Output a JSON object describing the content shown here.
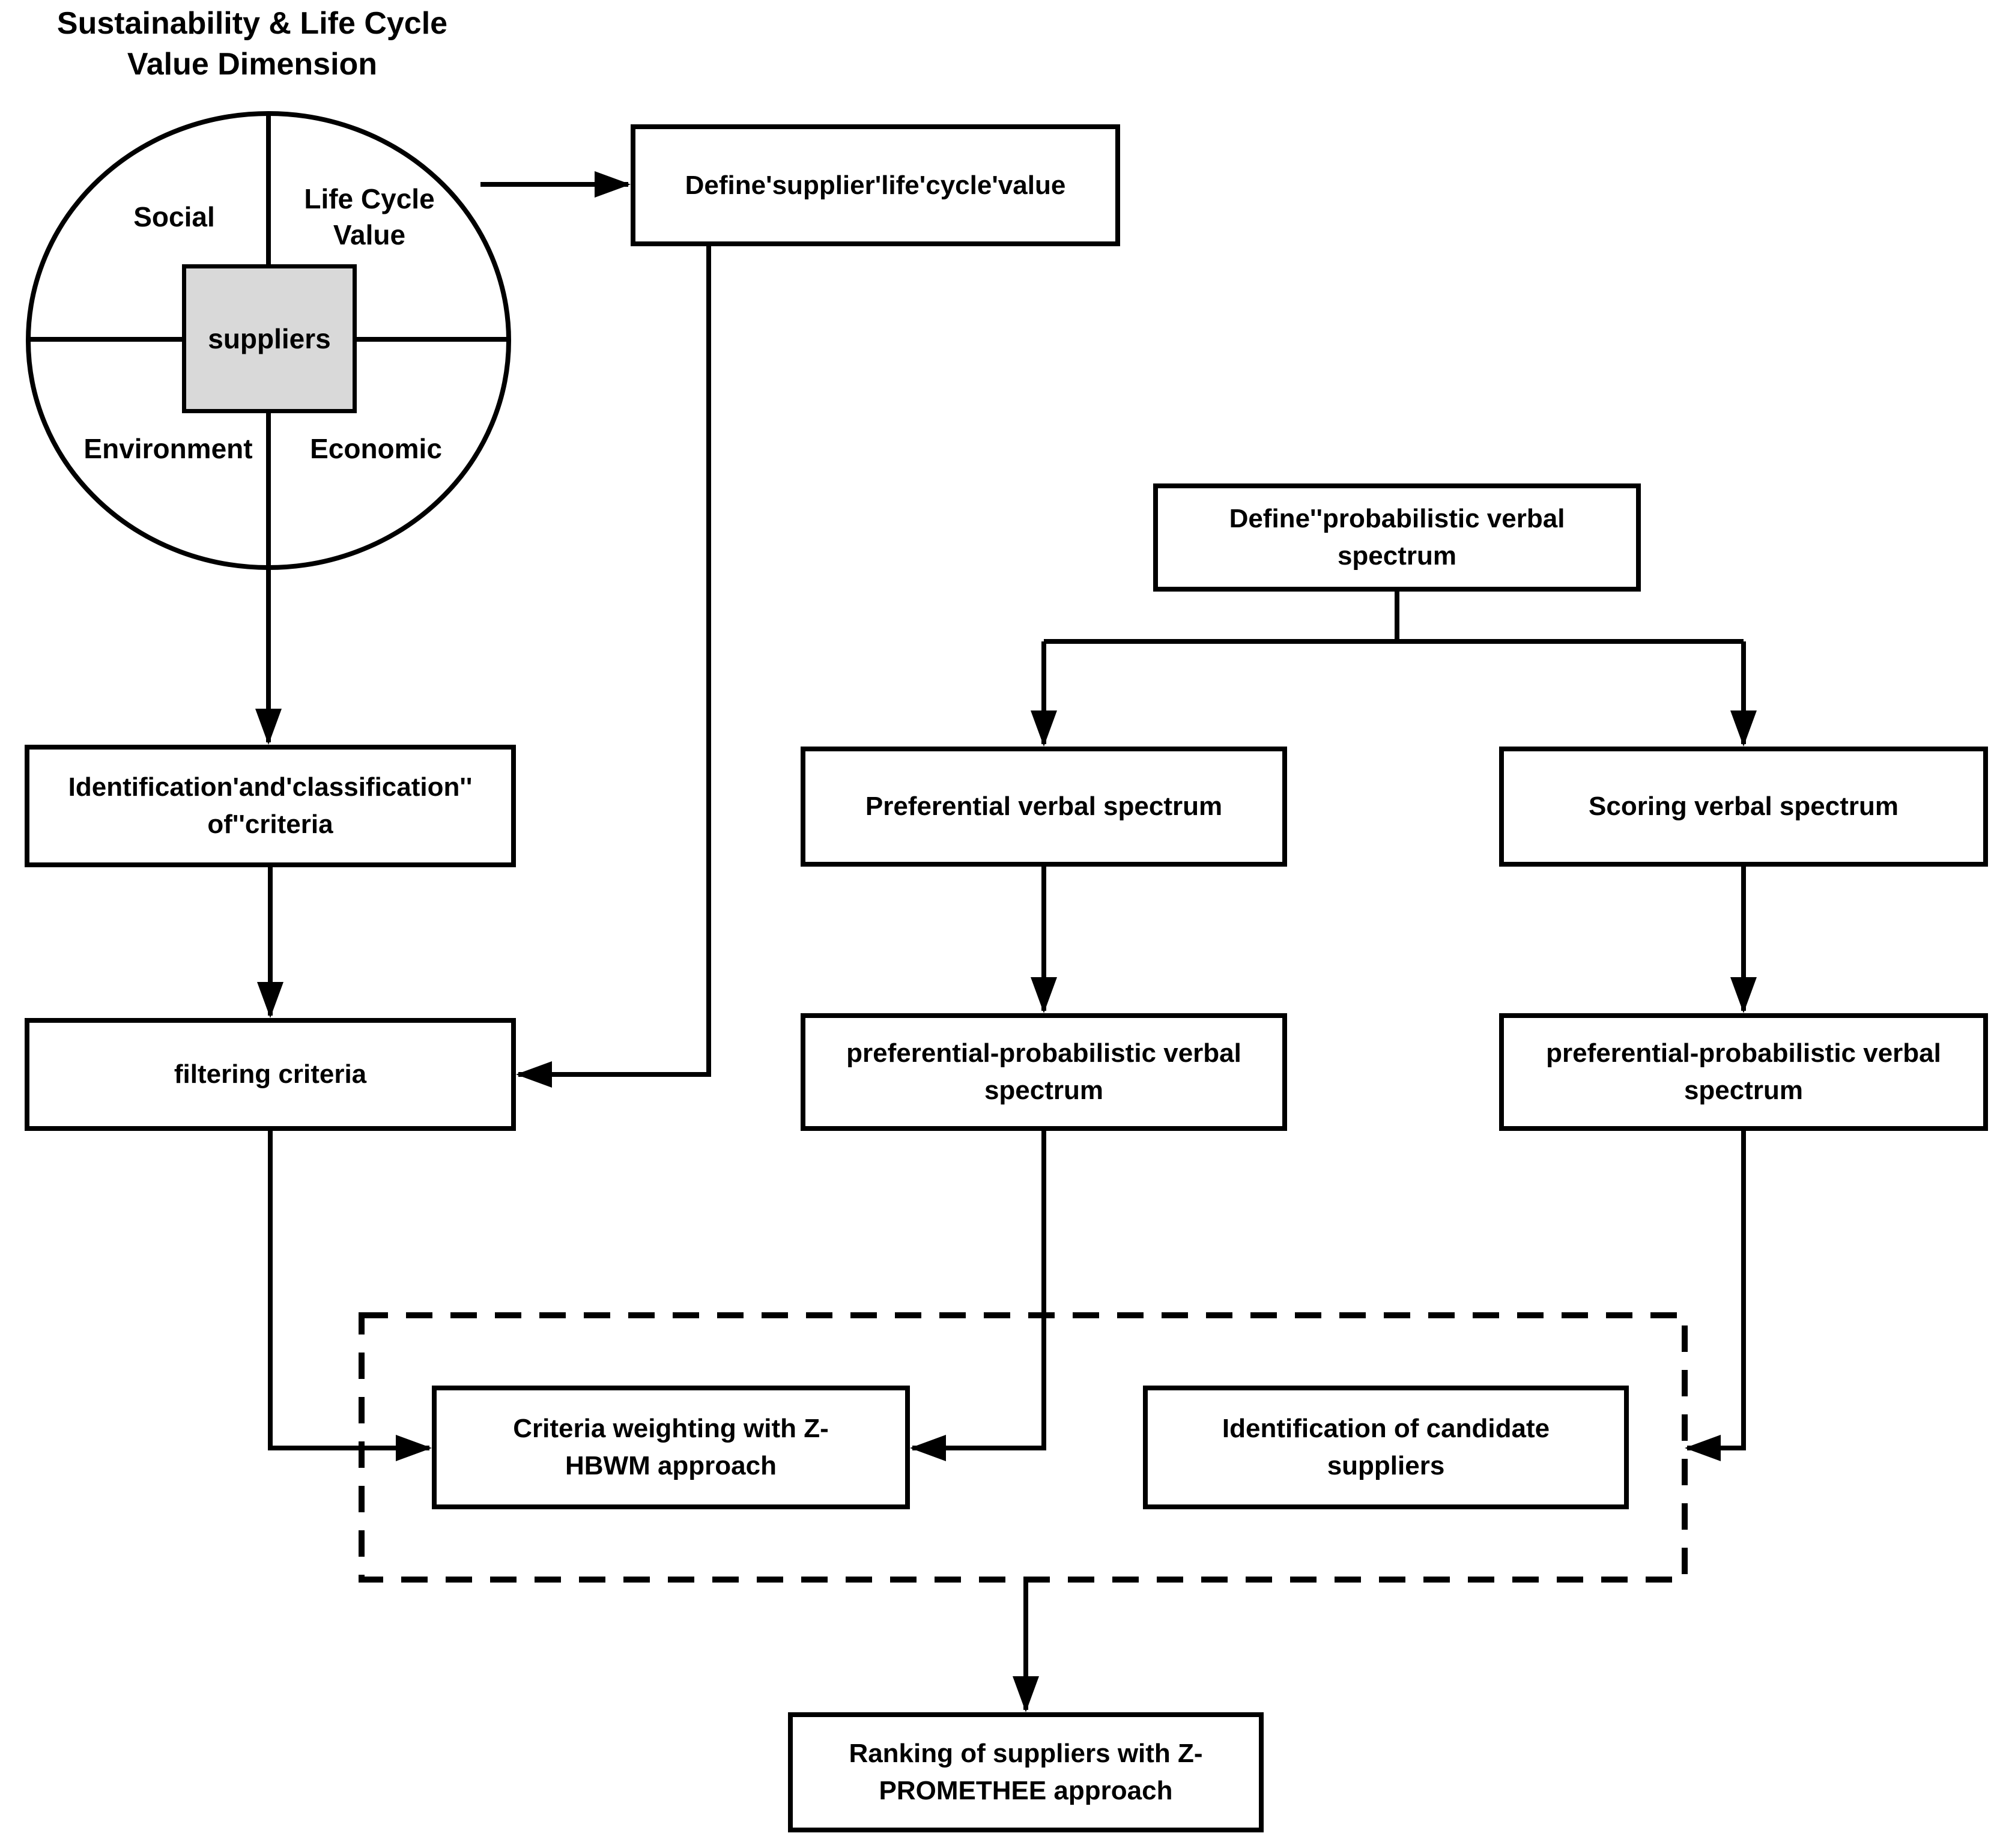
{
  "diagram": {
    "title": "Sustainability & Life Cycle\nValue Dimension",
    "venn": {
      "quadrant_top_left": "Social",
      "quadrant_top_right": "Life Cycle\nValue",
      "quadrant_bottom_left": "Environment",
      "quadrant_bottom_right": "Economic",
      "center": "suppliers"
    },
    "nodes": {
      "define_lifecycle": "Define'supplier'life'cycle'value",
      "define_probabilistic": "Define''probabilistic verbal\nspectrum",
      "identification_criteria": "Identification'and'classification''\nof''criteria",
      "preferential_verbal": "Preferential verbal spectrum",
      "scoring_verbal": "Scoring verbal spectrum",
      "filtering_criteria": "filtering criteria",
      "pref_prob_left": "preferential-probabilistic verbal\nspectrum",
      "pref_prob_right": "preferential-probabilistic verbal\nspectrum",
      "criteria_weighting": "Criteria weighting with Z-\nHBWM approach",
      "candidate_suppliers": "Identification of candidate\nsuppliers",
      "ranking": "Ranking of suppliers with Z-\nPROMETHEE approach"
    },
    "colors": {
      "line": "#000000",
      "node_fill": "#ffffff",
      "suppliers_fill": "#d9d9d9",
      "background": "#ffffff"
    }
  }
}
